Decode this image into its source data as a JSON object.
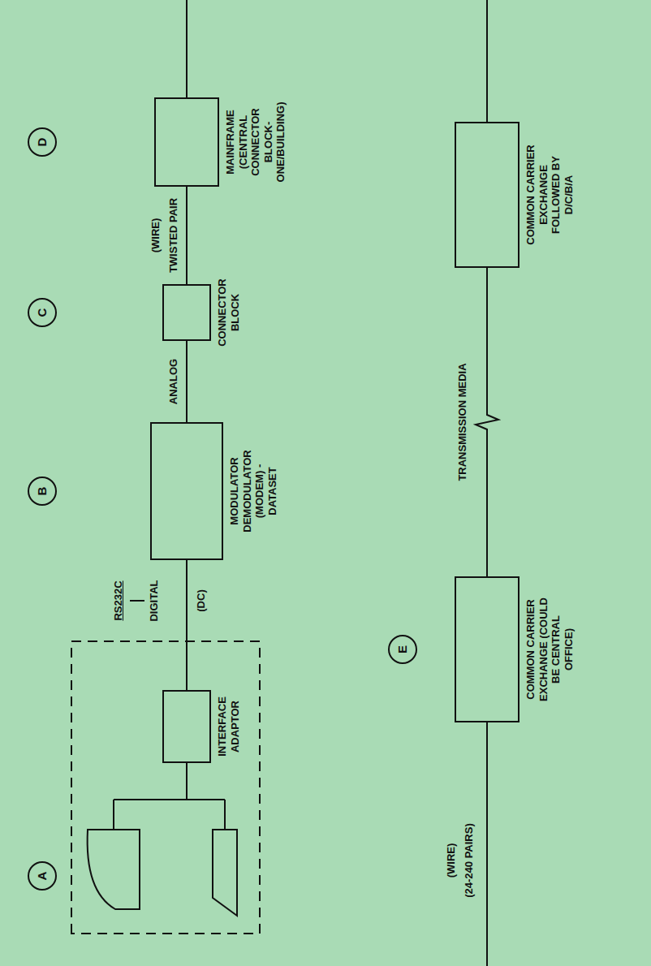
{
  "diagram": {
    "nodes": [
      {
        "text": [
          "A"
        ]
      },
      {
        "text": [
          "INTERFACE ADAPTOR"
        ]
      },
      {
        "text": [
          "B"
        ]
      },
      {
        "text": [
          "MODULATOR DEMODULATOR (MODEM) -DATASET"
        ]
      },
      {
        "text": [
          "C"
        ]
      },
      {
        "text": [
          "CONNECTOR BLOCK"
        ]
      },
      {
        "text": [
          "D"
        ]
      },
      {
        "text": [
          "MAINFRAME (CENTRAL CONNECTOR BLOCK- ONE/BUILDING)"
        ]
      },
      {
        "text": [
          "E"
        ]
      },
      {
        "text": [
          "COMMON CARRIER EXCHANGE (COULD BE CENTRAL OFFICE)"
        ]
      },
      {
        "text": [
          "COMMON CARRIER EXCHANGE FOLLOWED BY D/C/B/A"
        ]
      }
    ],
    "edges": [
      {
        "from": 1,
        "to": 3,
        "arrow": "none"
      },
      {
        "from": 3,
        "to": 5,
        "label": "ANALOG",
        "arrow": "none"
      },
      {
        "from": 5,
        "to": 7,
        "label": "TWISTED PAIR",
        "arrow": "none"
      },
      {
        "from": 9,
        "to": 10,
        "label": "TRANSMISSION MEDIA",
        "arrow": "none"
      }
    ],
    "labels": [
      "RS232C",
      "DIGITAL",
      "(DC)",
      "(WIRE)",
      "(WIRE)",
      "(24-240 PAIRS)"
    ]
  }
}
